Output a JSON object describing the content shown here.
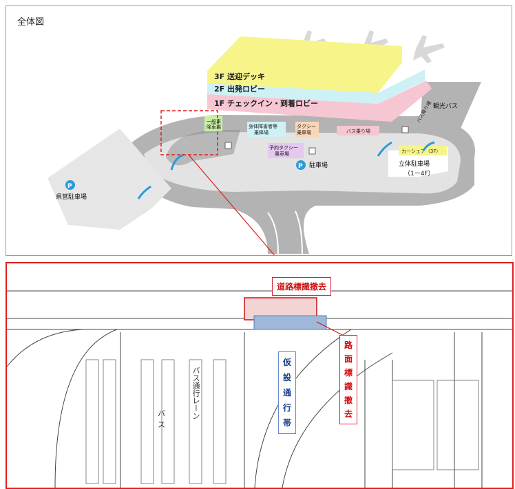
{
  "overview": {
    "title": "全体図",
    "floors": {
      "f3": {
        "num": "3F",
        "name": "送迎デッキ"
      },
      "f2": {
        "num": "2F",
        "name": "出発ロビー"
      },
      "f1": {
        "num": "1F",
        "name": "チェックイン・到着ロビー"
      }
    },
    "labels": {
      "ippansha": "一般車",
      "ippansha2": "降車場",
      "shintai": "身体障害者等",
      "shintai2": "乗降場",
      "taxi": "タクシー",
      "taxi2": "乗車場",
      "bus_stop": "バス乗り場",
      "yoyaku": "予約タクシー",
      "yoyaku2": "乗車場",
      "kanko": "観光バス",
      "bus_ori": "バス降り場",
      "carshare": "カーシェア（3F）",
      "rittai": "立体駐車場",
      "rittai_floors": "（1ー4F）",
      "parking_main": "駐車場",
      "parking_pref": "県営駐車場",
      "p_symbol": "P"
    },
    "colors": {
      "yellow": "#f7f58a",
      "cyan": "#cdf1f5",
      "pink": "#f6c6d2",
      "road": "#b3b3b3",
      "blue": "#2a9bd8"
    }
  },
  "detail": {
    "callouts": {
      "sign_removal": "道路標識撤去",
      "road_marking": [
        "路",
        "面",
        "標",
        "識",
        "撤",
        "去"
      ],
      "temp_path": [
        "仮",
        "設",
        "通",
        "行",
        "帯"
      ]
    },
    "map_labels": {
      "bus": "バ\nス",
      "lane": "バス通行レーン"
    }
  }
}
